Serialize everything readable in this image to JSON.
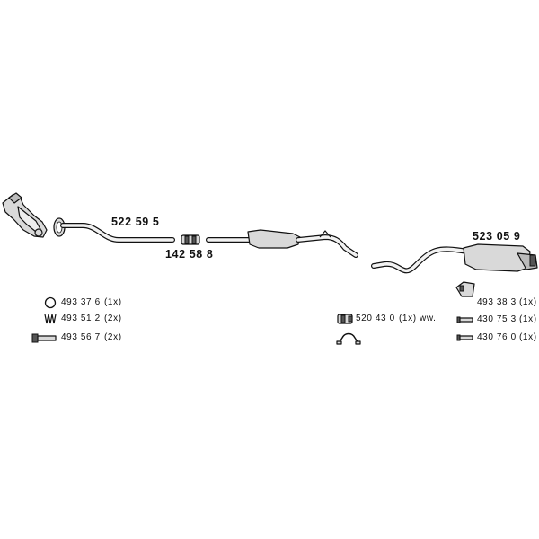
{
  "parts": {
    "front_pipe": "522 59 5",
    "connector": "142 58 8",
    "rear_silencer": "523 05 9"
  },
  "accessories": {
    "left": [
      {
        "icon": "ring-gasket-icon",
        "code": "493 37 6",
        "qty": "(1x)"
      },
      {
        "icon": "spring-icon",
        "code": "493 51 2",
        "qty": "(2x)"
      },
      {
        "icon": "bolt-icon",
        "code": "493 56 7",
        "qty": "(2x)"
      }
    ],
    "middle": [
      {
        "icon": "clamp-icon",
        "code": "520 43 0",
        "qty": "(1x) ww."
      },
      {
        "icon": "rubber-hanger-icon",
        "code": "",
        "qty": ""
      }
    ],
    "right": [
      {
        "icon": "bracket-icon",
        "code": "493 38 3",
        "qty": "(1x)"
      },
      {
        "icon": "bolt-icon",
        "code": "430 75 3",
        "qty": "(1x)"
      },
      {
        "icon": "bolt-icon",
        "code": "430 76 0",
        "qty": "(1x)"
      }
    ]
  },
  "colors": {
    "outline": "#111111",
    "fill": "#d9d9d9",
    "text": "#111111"
  }
}
